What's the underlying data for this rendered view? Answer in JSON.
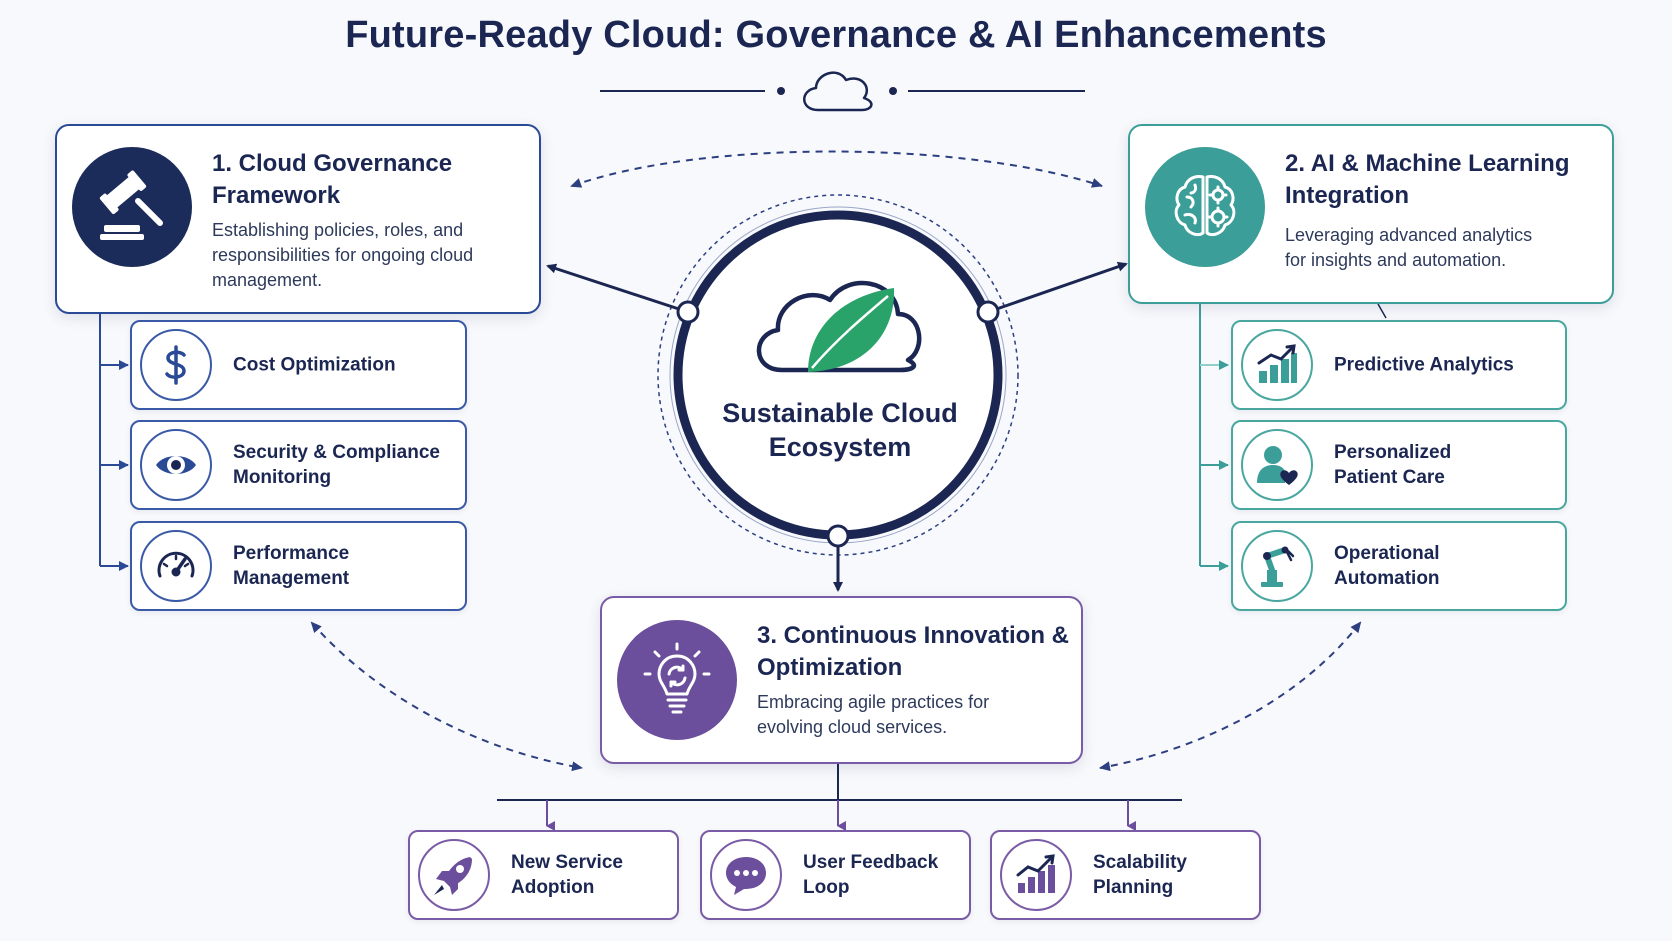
{
  "title": "Future-Ready Cloud: Governance & AI Enhancements",
  "center": {
    "label": "Sustainable Cloud Ecosystem",
    "icon": "cloud-leaf-icon"
  },
  "governance": {
    "title": "1. Cloud Governance Framework",
    "description": "Establishing policies, roles, and responsibilities for ongoing cloud management.",
    "icon": "gavel-icon",
    "color": "#1c2c5a",
    "items": [
      {
        "label": "Cost Optimization",
        "icon": "dollar-icon"
      },
      {
        "label": "Security & Compliance Monitoring",
        "icon": "eye-icon"
      },
      {
        "label": "Performance Management",
        "icon": "speedometer-icon"
      }
    ]
  },
  "ai": {
    "title": "2. AI & Machine Learning Integration",
    "description": "Leveraging advanced analytics for insights and automation.",
    "icon": "brain-gears-icon",
    "color": "#3c9e98",
    "items": [
      {
        "label": "Predictive Analytics",
        "icon": "bar-chart-icon"
      },
      {
        "label": "Personalized Patient Care",
        "icon": "person-heart-icon"
      },
      {
        "label": "Operational Automation",
        "icon": "robot-arm-icon"
      }
    ]
  },
  "innovation": {
    "title": "3. Continuous Innovation & Optimization",
    "description": "Embracing agile practices for evolving cloud services.",
    "icon": "lightbulb-icon",
    "color": "#6c4f9c",
    "items": [
      {
        "label": "New Service Adoption",
        "icon": "rocket-icon"
      },
      {
        "label": "User Feedback Loop",
        "icon": "chat-bubble-icon"
      },
      {
        "label": "Scalability Planning",
        "icon": "growth-chart-icon"
      }
    ]
  },
  "colors": {
    "navy": "#1b2752",
    "teal": "#3c9e98",
    "purple": "#6c4f9c",
    "leaf": "#2aa36a"
  }
}
